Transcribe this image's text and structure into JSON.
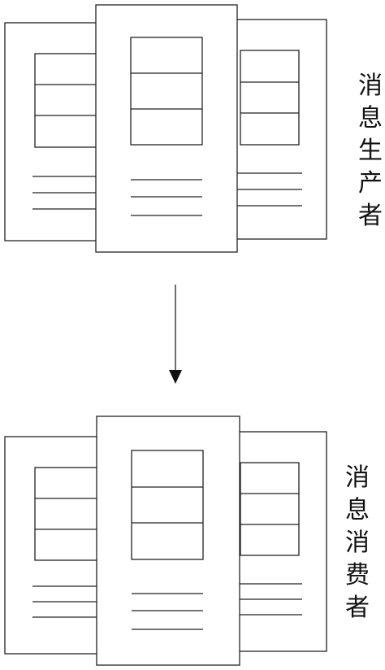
{
  "producer_label": [
    "消",
    "息",
    "生",
    "产",
    "者"
  ],
  "consumer_label": [
    "消",
    "息",
    "消",
    "费",
    "者"
  ],
  "colors": {
    "stroke": "#222222",
    "background": "#ffffff"
  }
}
